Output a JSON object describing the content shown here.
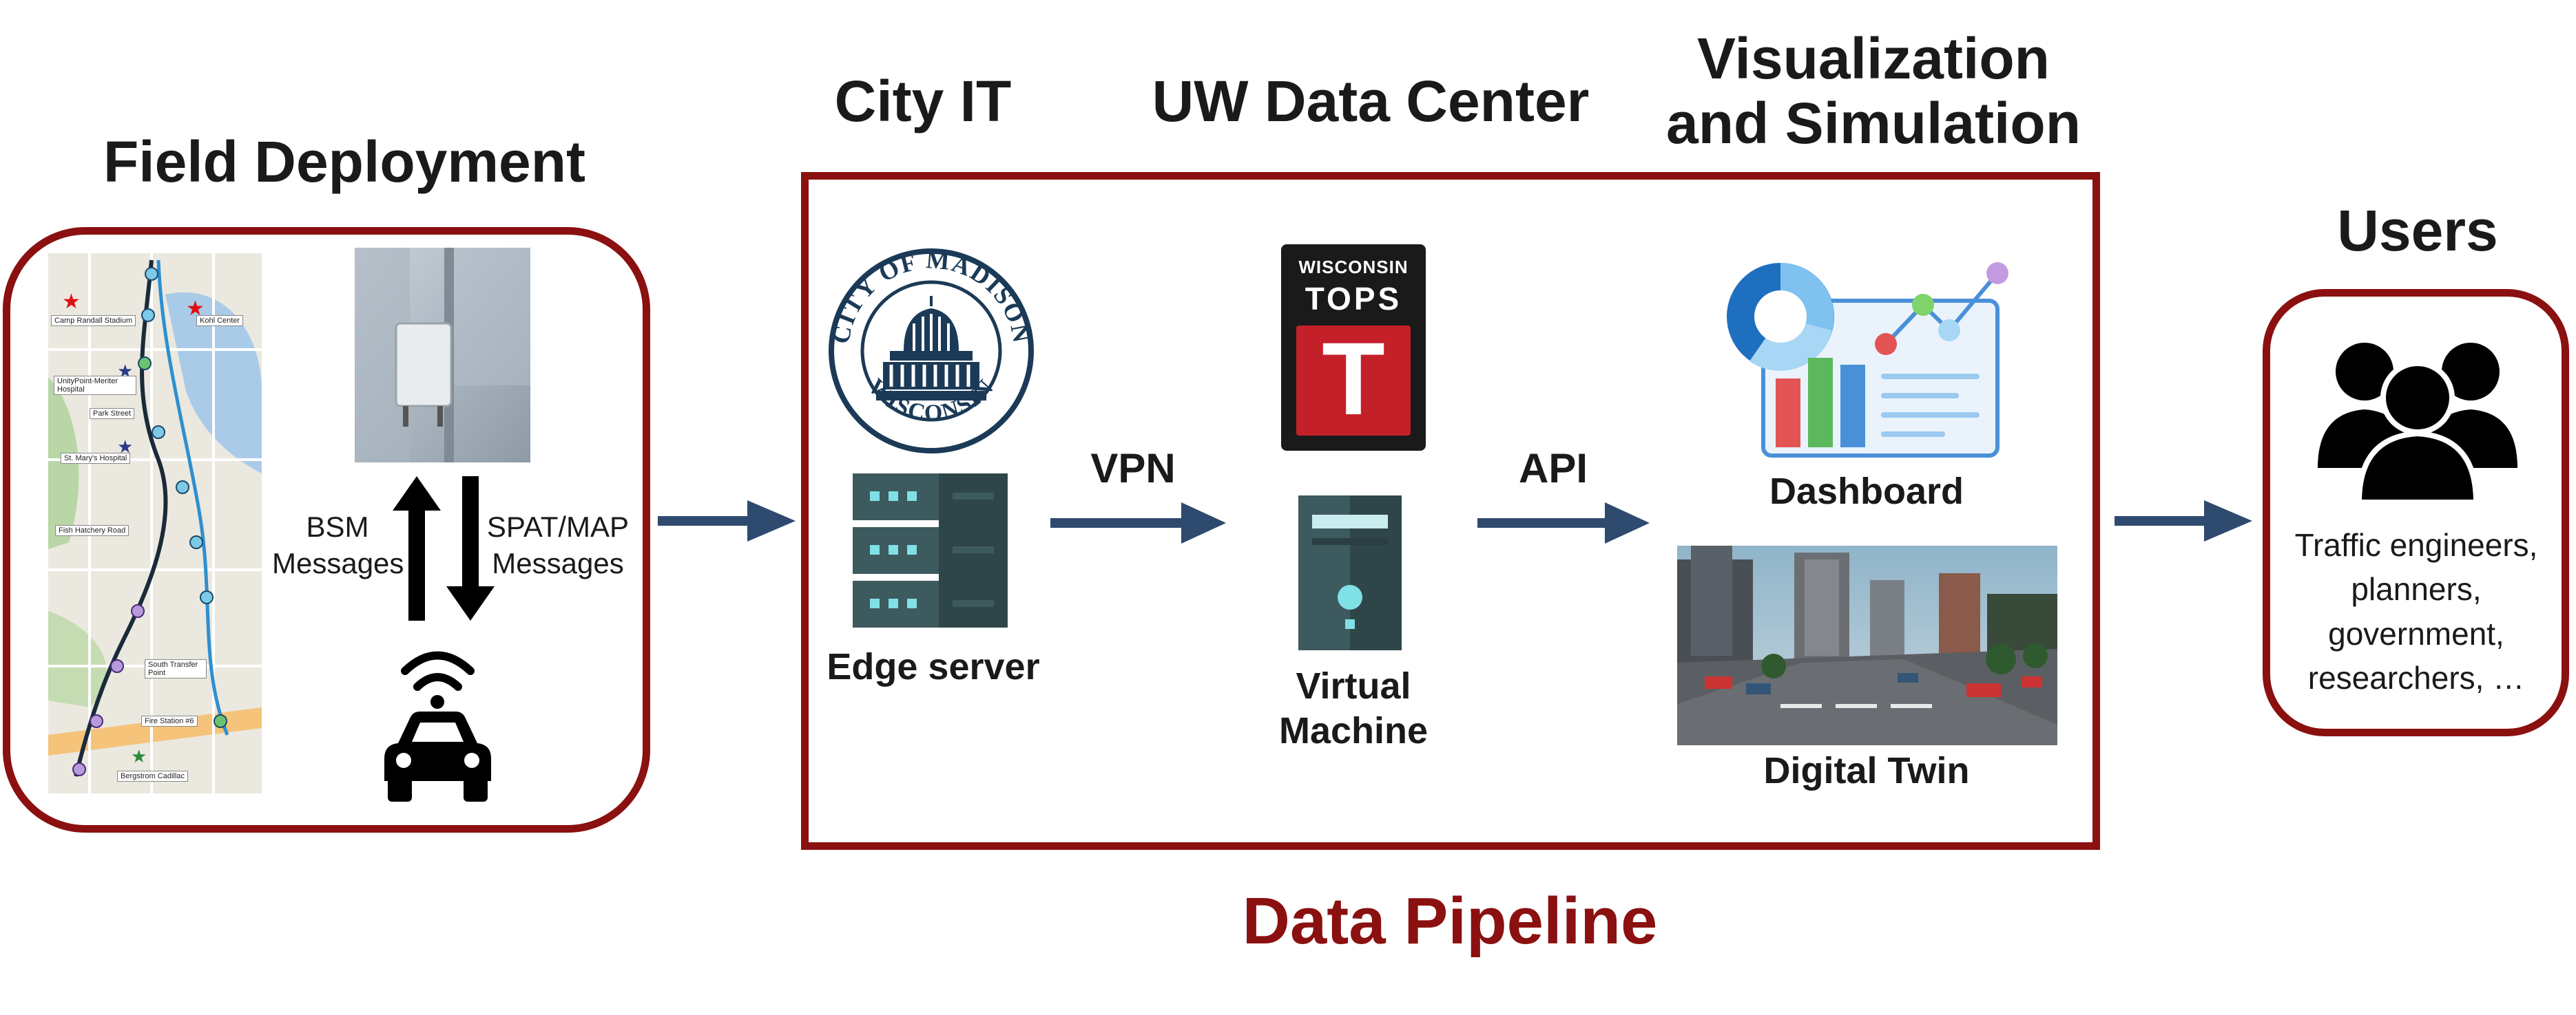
{
  "sections": {
    "field_deployment": "Field Deployment",
    "city_it": "City IT",
    "uw_data_center": "UW Data Center",
    "visualization_line1": "Visualization",
    "visualization_line2": "and Simulation",
    "users": "Users"
  },
  "field": {
    "bsm_line1": "BSM",
    "bsm_line2": "Messages",
    "spat_line1": "SPAT/MAP",
    "spat_line2": "Messages",
    "map_labels": [
      "Camp Randall Stadium",
      "Kohl Center",
      "UnityPoint-Meriter Hospital",
      "Park Street",
      "St. Mary's Hospital",
      "Fish Hatchery Road",
      "South Transfer Point",
      "Fire Station #6",
      "Bergstrom Cadillac"
    ]
  },
  "pipeline": {
    "title": "Data Pipeline",
    "edge_server": "Edge server",
    "vpn": "VPN",
    "api": "API",
    "virtual_machine_line1": "Virtual",
    "virtual_machine_line2": "Machine",
    "dashboard": "Dashboard",
    "digital_twin": "Digital Twin",
    "madison_seal_top": "CITY OF MADISON",
    "madison_seal_bottom": "WISCONSIN",
    "tops_top": "WISCONSIN",
    "tops_mid": "TOPS",
    "tops_letter": "T"
  },
  "users": {
    "lines": [
      "Traffic engineers,",
      "planners,",
      "government,",
      "researchers, …"
    ]
  },
  "colors": {
    "box_border": "#8b1010",
    "arrow": "#2e4a6e",
    "title_red": "#8b1010",
    "server": "#3d5a5e",
    "server_light": "#7fe0e6"
  }
}
